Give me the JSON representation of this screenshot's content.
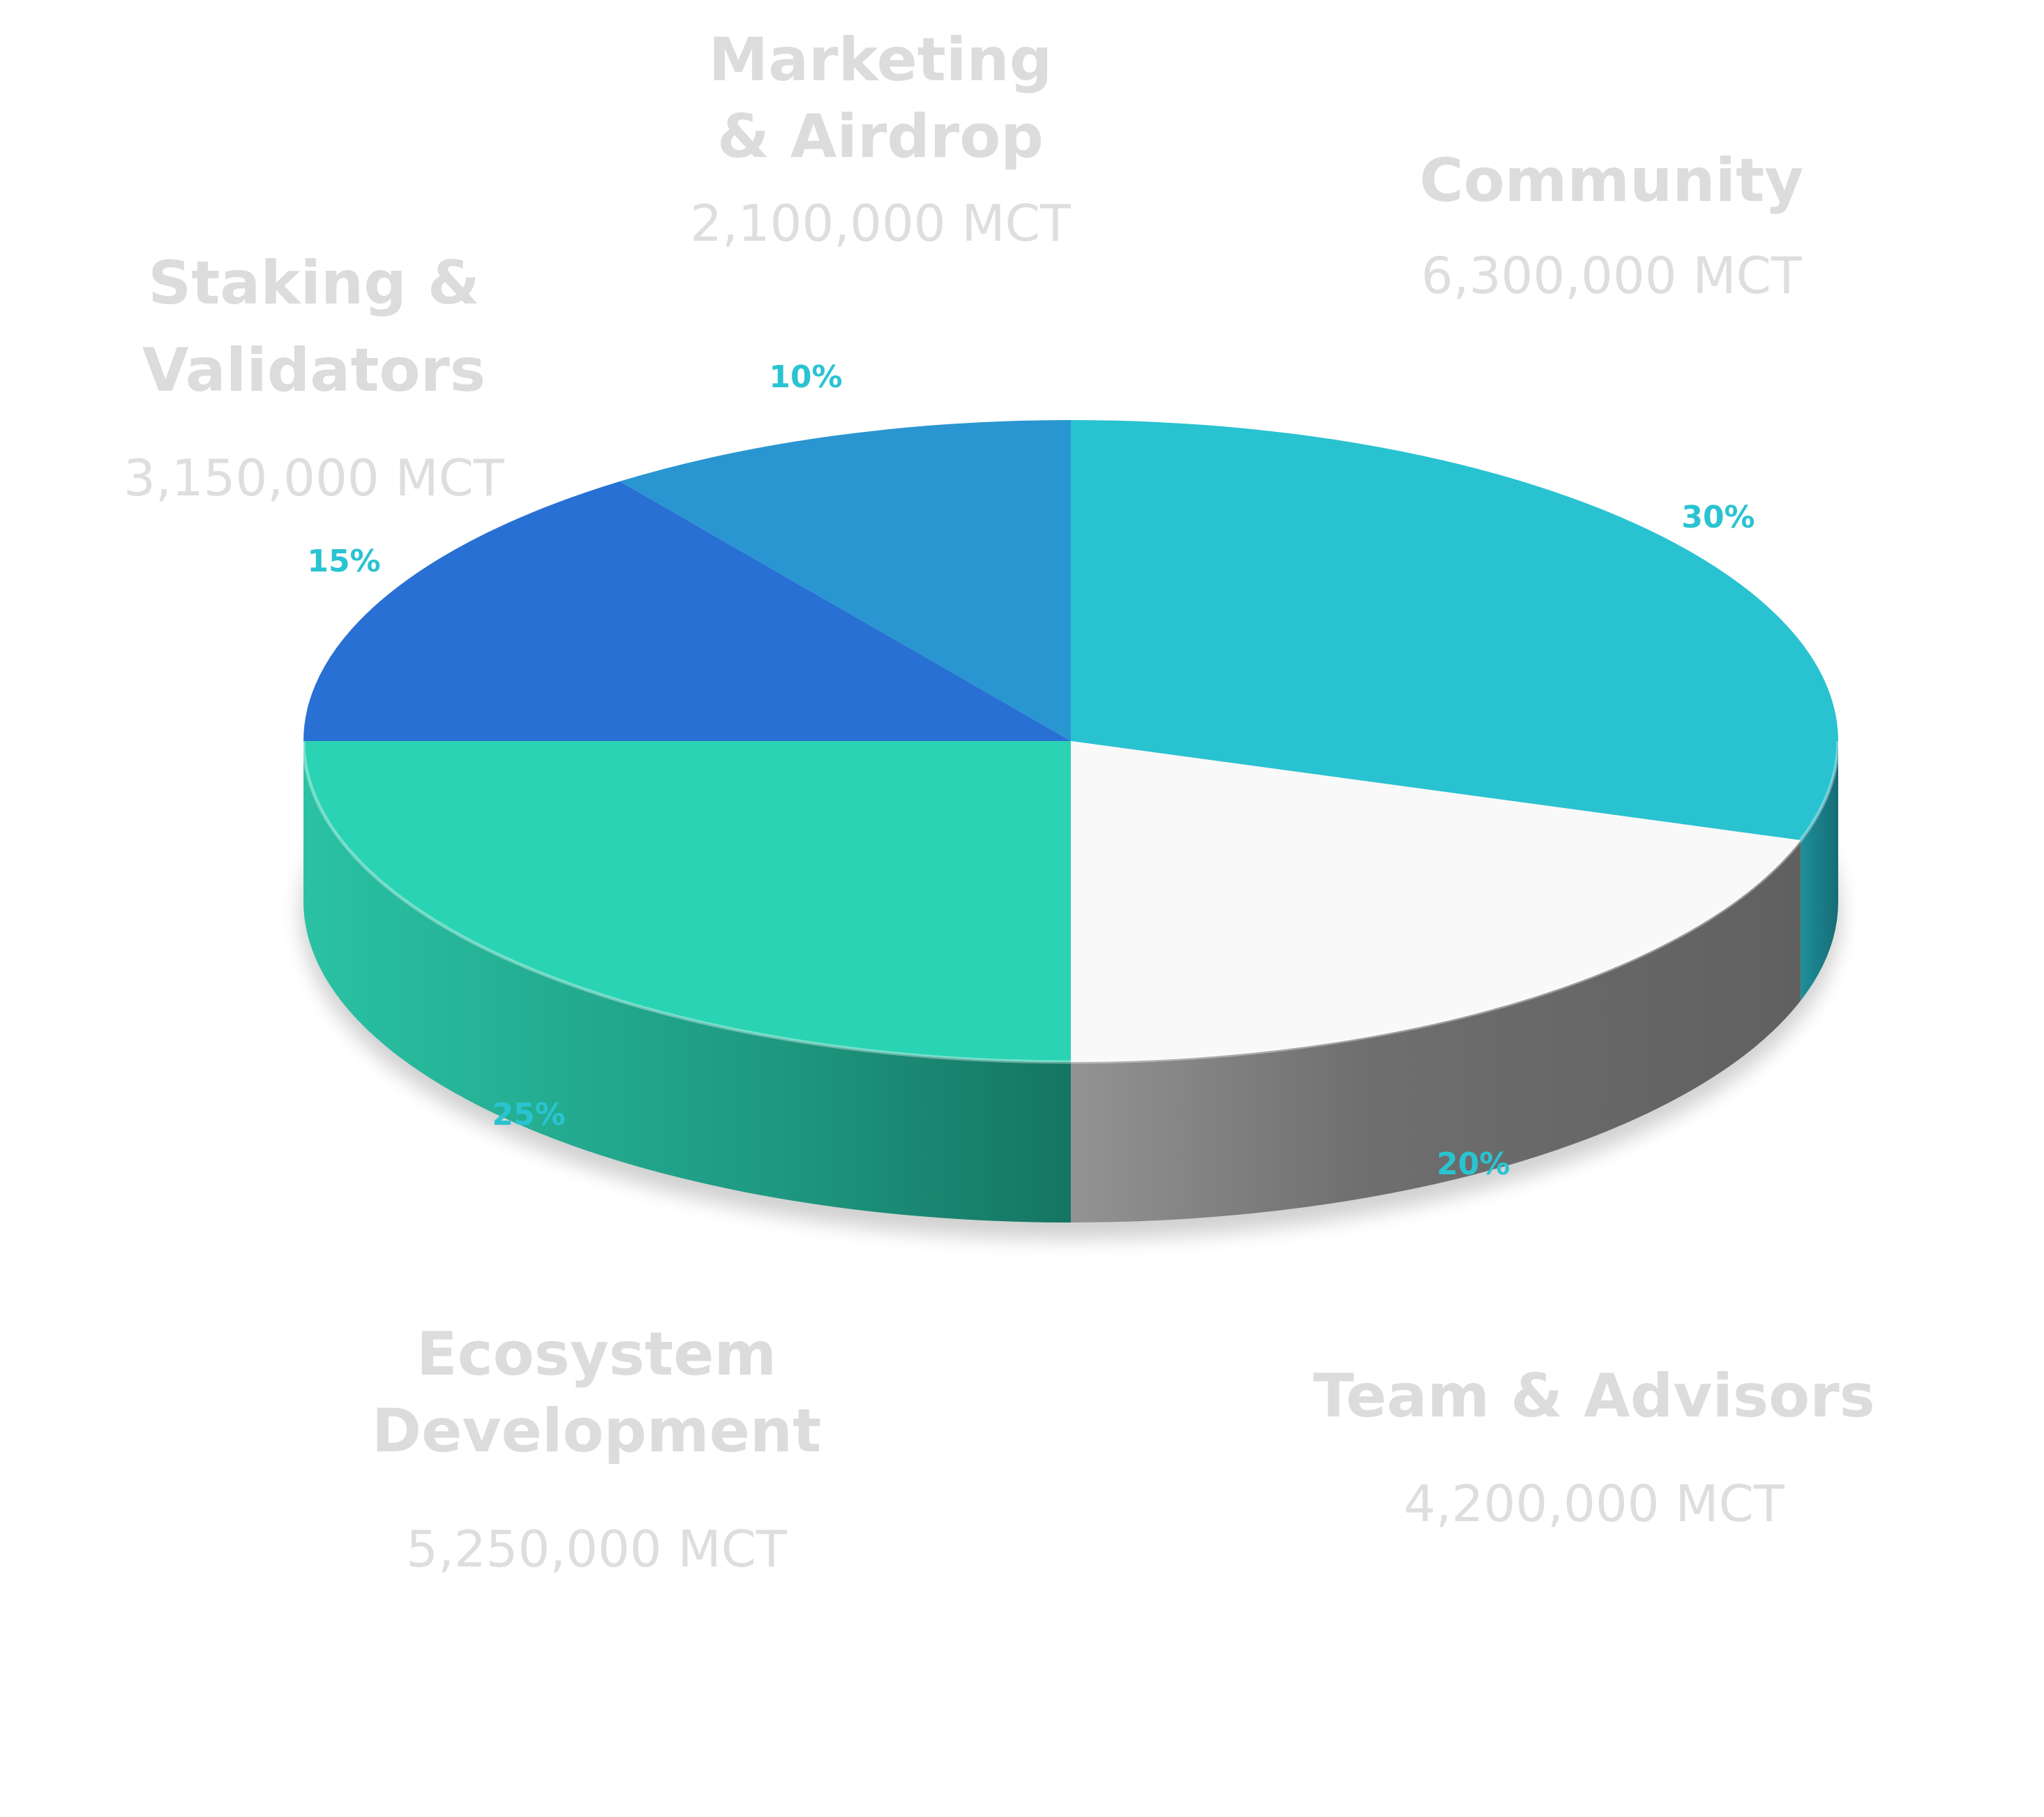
{
  "chart_data": {
    "type": "pie",
    "variant": "3d",
    "unit": "MCT",
    "slices": [
      {
        "name_lines": [
          "Community"
        ],
        "amount": "6,300,000 MCT",
        "value": 6300000,
        "percent_label": "30%",
        "percent": 30,
        "color": "#29c2d1"
      },
      {
        "name_lines": [
          "Team & Advisors"
        ],
        "amount": "4,200,000 MCT",
        "value": 4200000,
        "percent_label": "20%",
        "percent": 20,
        "color": "#f9f9f9"
      },
      {
        "name_lines": [
          "Ecosystem",
          "Development"
        ],
        "amount": "5,250,000 MCT",
        "value": 5250000,
        "percent_label": "25%",
        "percent": 25,
        "color": "#2ad3b3"
      },
      {
        "name_lines": [
          "Staking &",
          "Validators"
        ],
        "amount": "3,150,000 MCT",
        "value": 3150000,
        "percent_label": "15%",
        "percent": 15,
        "color": "#2970d4"
      },
      {
        "name_lines": [
          "Marketing",
          "& Airdrop"
        ],
        "amount": "2,100,000 MCT",
        "value": 2100000,
        "percent_label": "10%",
        "percent": 10,
        "color": "#2996d1"
      }
    ],
    "colors": {
      "label_text": "#dcdcdc",
      "amount_text": "#dedede",
      "percent_text": "#2ac3d1",
      "side_white": "#6e6e6e",
      "side_green": "#1f9f85"
    }
  }
}
